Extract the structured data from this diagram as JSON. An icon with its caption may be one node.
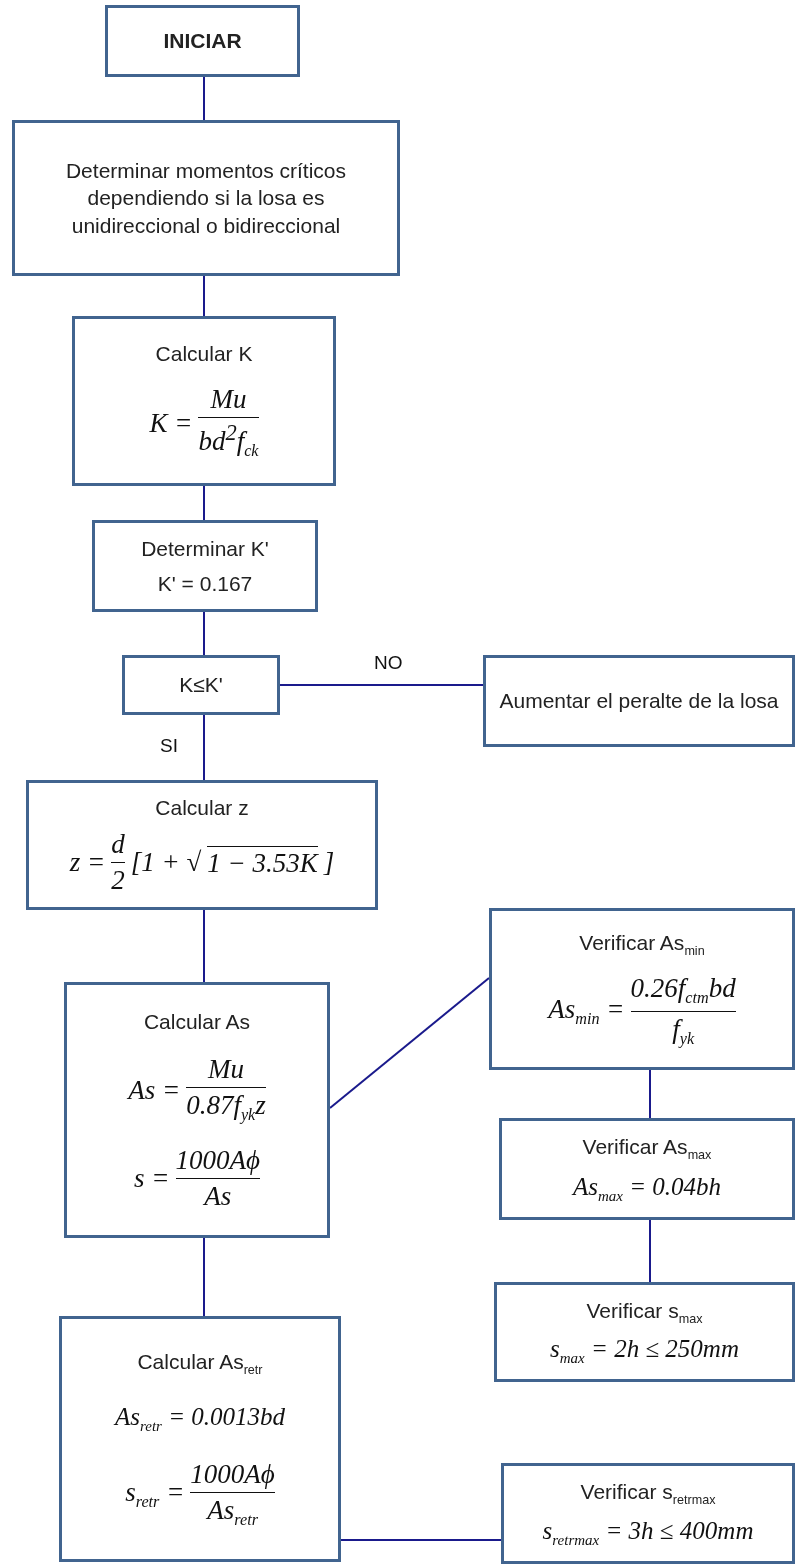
{
  "diagram": {
    "nodes": [
      {
        "text": [
          "INICIAR"
        ]
      },
      {
        "text": [
          "Determinar momentos críticos dependiendo si la losa es unidireccional o bidireccional"
        ]
      },
      {
        "text": [
          "Calcular K",
          "K =",
          "Mu",
          "bd$^{2}$f$_{ck}$"
        ]
      },
      {
        "text": [
          "Determinar K'",
          "K' = 0.167"
        ]
      },
      {
        "text": [
          "K≤K'"
        ]
      },
      {
        "text": [
          "Aumentar el peralte de la losa"
        ]
      },
      {
        "text": [
          "Calcular z",
          "z =",
          "d",
          "2",
          "[1 + √",
          "1 − 3.53K",
          "]"
        ]
      },
      {
        "text": [
          "Calcular As",
          "As =",
          "Mu",
          "0.87f$_{yk}$z",
          "s =",
          "1000Aϕ",
          "As"
        ]
      },
      {
        "text": [
          "Calcular As$_{retr}$",
          "As$_{retr}$ = 0.0013bd",
          "s$_{retr}$ =",
          "1000Aϕ",
          "As$_{retr}$"
        ]
      },
      {
        "text": [
          "Verificar As$_{min}$",
          "As$_{min}$ =",
          "0.26f$_{ctm}$bd",
          "f$_{yk}$"
        ]
      },
      {
        "text": [
          "Verificar As$_{max}$",
          "As$_{max}$ = 0.04bh"
        ]
      },
      {
        "text": [
          "Verificar s$_{max}$",
          "s$_{max}$ = 2h ≤ 250mm"
        ]
      },
      {
        "text": [
          "Verificar s$_{retrmax}$",
          "s$_{retrmax}$ = 3h ≤ 400mm"
        ]
      }
    ],
    "edges": [
      {
        "from": 0,
        "to": 1,
        "arrow": "none"
      },
      {
        "from": 1,
        "to": 2,
        "arrow": "none"
      },
      {
        "from": 2,
        "to": 3,
        "arrow": "none"
      },
      {
        "from": 3,
        "to": 4,
        "arrow": "none"
      },
      {
        "from": 4,
        "to": 5,
        "arrow": "none",
        "label": "NO"
      },
      {
        "from": 4,
        "to": 6,
        "arrow": "none",
        "label": "SI"
      },
      {
        "from": 6,
        "to": 7,
        "arrow": "none"
      },
      {
        "from": 7,
        "to": 9,
        "arrow": "none"
      },
      {
        "from": 9,
        "to": 10,
        "arrow": "none"
      },
      {
        "from": 10,
        "to": 11,
        "arrow": "none"
      },
      {
        "from": 7,
        "to": 8,
        "arrow": "none"
      },
      {
        "from": 8,
        "to": 12,
        "arrow": "none"
      }
    ]
  }
}
